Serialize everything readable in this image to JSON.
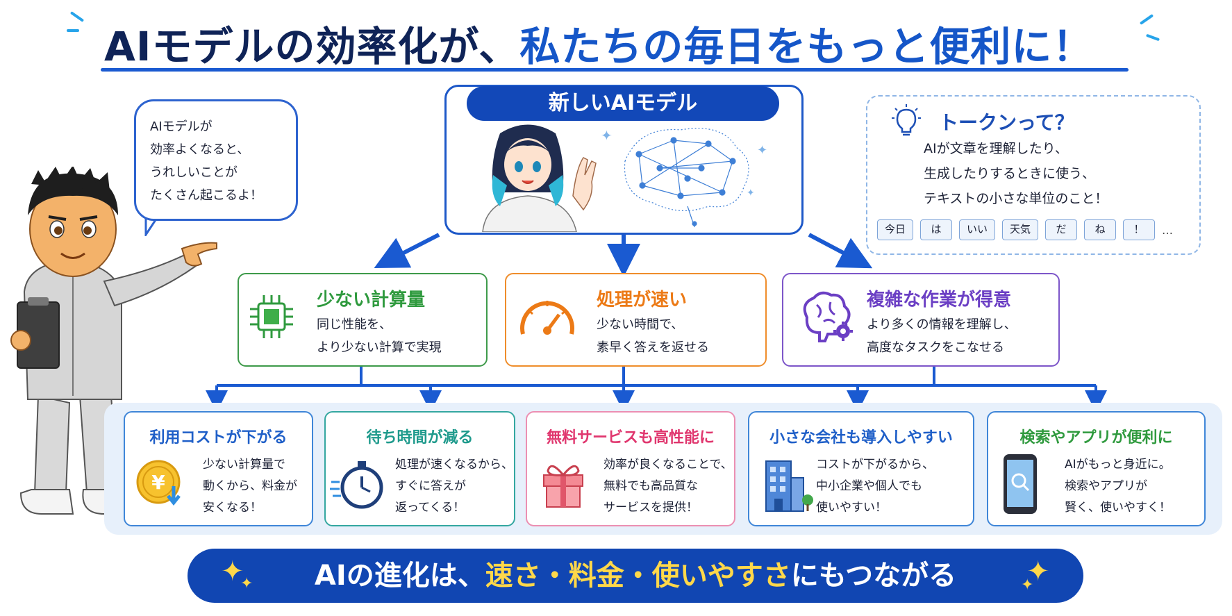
{
  "title": {
    "part1": "AIモデルの効率化が、",
    "part2": "私たちの毎日をもっと便利に！"
  },
  "speech_bubble": {
    "lines": [
      "AIモデルが",
      "効率よくなると、",
      "うれしいことが",
      "たくさん起こるよ！"
    ]
  },
  "center": {
    "label": "新しいAIモデル"
  },
  "tokens": {
    "title": "トークンって？",
    "lines": [
      "AIが文章を理解したり、",
      "生成したりするときに使う、",
      "テキストの小さな単位のこと！"
    ],
    "items": [
      "今日",
      "は",
      "いい",
      "天気",
      "だ",
      "ね",
      "！"
    ],
    "more": "…"
  },
  "features": [
    {
      "title": "少ない計算量",
      "lines": [
        "同じ性能を、",
        "より少ない計算で実現"
      ],
      "icon": "chip-icon",
      "color": "#2f9a3e"
    },
    {
      "title": "処理が速い",
      "lines": [
        "少ない時間で、",
        "素早く答えを返せる"
      ],
      "icon": "speedometer-icon",
      "color": "#ec7a16"
    },
    {
      "title": "複雑な作業が得意",
      "lines": [
        "より多くの情報を理解し、",
        "高度なタスクをこなせる"
      ],
      "icon": "brain-gear-icon",
      "color": "#6b3fc4"
    }
  ],
  "benefits": [
    {
      "title": "利用コストが下がる",
      "lines": [
        "少ない計算量で",
        "動くから、料金が",
        "安くなる！"
      ],
      "icon": "yen-coin-icon",
      "color": "#1f5fc8"
    },
    {
      "title": "待ち時間が減る",
      "lines": [
        "処理が速くなるから、",
        "すぐに答えが",
        "返ってくる！"
      ],
      "icon": "stopwatch-icon",
      "color": "#1e9a8c"
    },
    {
      "title": "無料サービスも高性能に",
      "lines": [
        "効率が良くなることで、",
        "無料でも高品質な",
        "サービスを提供！"
      ],
      "icon": "gift-icon",
      "color": "#e0366e"
    },
    {
      "title": "小さな会社も導入しやすい",
      "lines": [
        "コストが下がるから、",
        "中小企業や個人でも",
        "使いやすい！"
      ],
      "icon": "building-icon",
      "color": "#1f5fc8"
    },
    {
      "title": "検索やアプリが便利に",
      "lines": [
        "AIがもっと身近に。",
        "検索やアプリが",
        "賢く、使いやすく！"
      ],
      "icon": "smartphone-search-icon",
      "color": "#2f9a3e"
    }
  ],
  "banner": {
    "pre": "AIの進化は、",
    "highlight1": "速さ",
    "sep1": "・",
    "highlight2": "料金",
    "sep2": "・",
    "highlight3": "使いやすさ",
    "post": "にもつながる"
  }
}
